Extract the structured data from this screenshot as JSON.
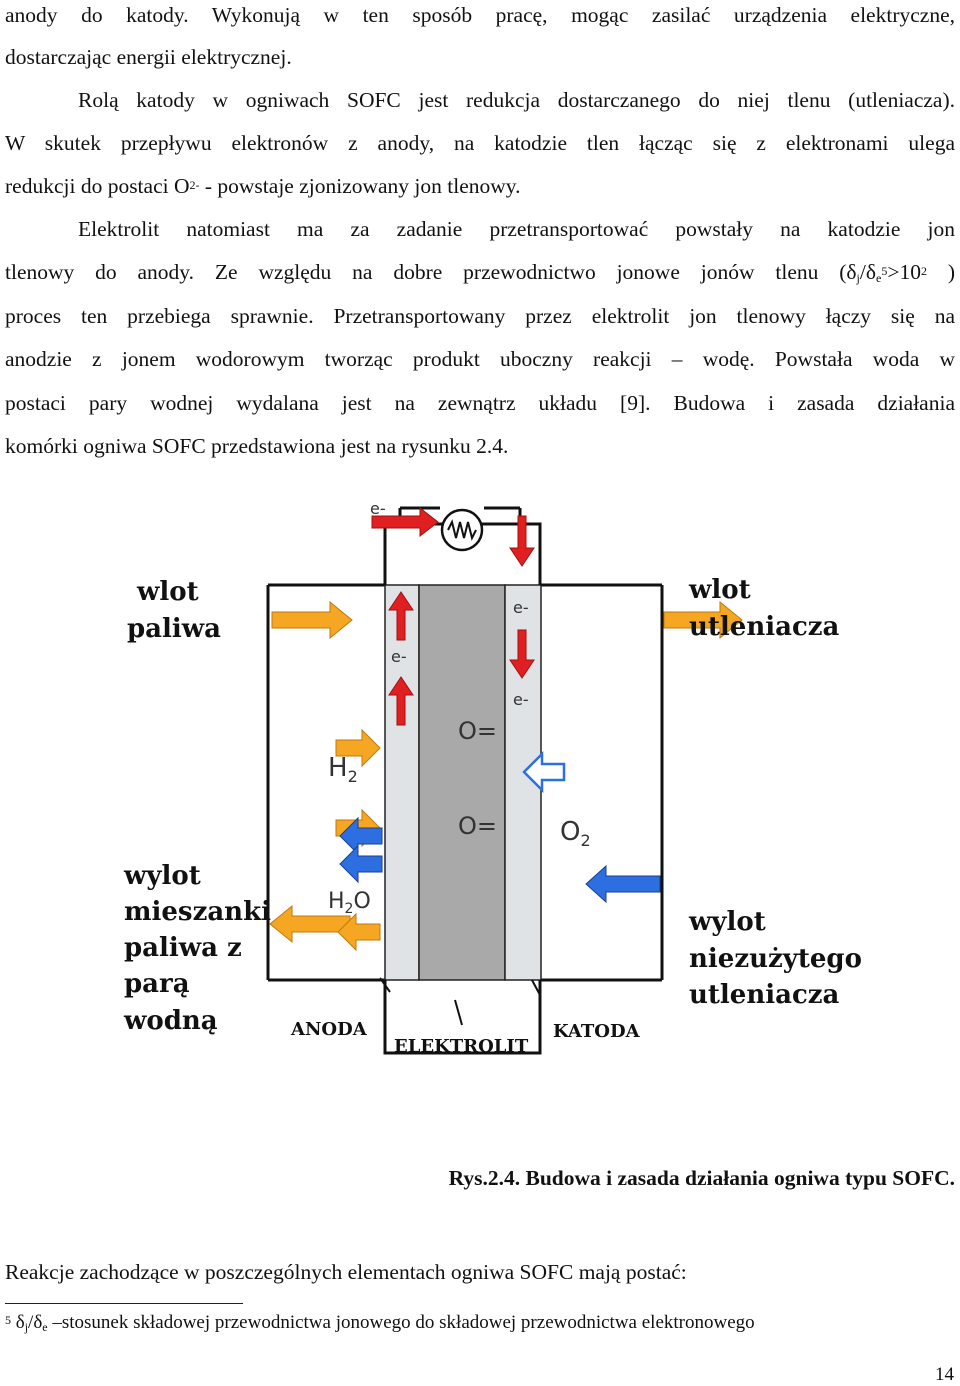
{
  "body": {
    "lines": [
      "anody do katody. Wykonują w ten sposób pracę, mogąc zasilać urządzenia elektryczne,",
      "dostarczając energii elektrycznej.",
      "Rolą katody w ogniwach SOFC jest redukcja dostarczanego do niej tlenu (utleniacza).",
      "W skutek przepływu elektronów z anody, na katodzie tlen łącząc się z elektronami ulega",
      "redukcji do postaci O",
      "2-",
      " - powstaje zjonizowany jon tlenowy.",
      "Elektrolit natomiast ma za zadanie przetransportować powstały na katodzie jon",
      "tlenowy do anody. Ze względu na dobre przewodnictwo jonowe jonów tlenu (δ",
      "j",
      "/δ",
      "e",
      "5",
      ">10",
      "2",
      " )",
      "proces ten przebiega sprawnie. Przetransportowany przez elektrolit jon tlenowy łączy się na",
      "anodzie z jonem wodorowym tworząc produkt uboczny reakcji – wodę. Powstała woda w",
      "postaci pary wodnej wydalana jest na zewnątrz układu [9]. Budowa i zasada działania",
      "komórki ogniwa SOFC przedstawiona jest na rysunku 2.4."
    ]
  },
  "figure": {
    "labels": {
      "fuel_in_1": "wlot",
      "fuel_in_2": "paliwa",
      "ox_in_1": "wlot",
      "ox_in_2": "utleniacza",
      "exhaust_1": "wylot",
      "exhaust_2": "mieszanki",
      "exhaust_3": "paliwa z",
      "exhaust_4": "parą",
      "exhaust_5": "wodną",
      "ox_out_1": "wylot",
      "ox_out_2": "niezużytego",
      "ox_out_3": "utleniacza",
      "anode": "ANODA",
      "electrolyte": "ELEKTROLIT",
      "cathode": "KATODA",
      "e_top": "e-",
      "e_left": "e-",
      "e_right_1": "e-",
      "e_right_2": "e-",
      "o_ion_1": "O=",
      "o_ion_2": "O=",
      "h2_main": "H",
      "h2_sub": "2",
      "h2o_main": "H",
      "h2o_sub": "2",
      "h2o_end": "O",
      "o2_main": "O",
      "o2_sub": "2"
    },
    "colors": {
      "red_arrow": "#e02020",
      "blue_arrow": "#2d6fe0",
      "orange_arrow": "#f5a623",
      "electrolyte": "#a6a6a6",
      "electrode": "#d8dde0"
    }
  },
  "caption": "Rys.2.4. Budowa i zasada działania ogniwa typu SOFC.",
  "reactions_line": "Reakcje zachodzące w poszczególnych elementach ogniwa SOFC  mają postać:",
  "footnote": {
    "number": "5",
    "delta": "δ",
    "sub_j": "j",
    "slash": "/δ",
    "sub_e": "e",
    "text": " –stosunek składowej przewodnictwa jonowego do składowej przewodnictwa elektronowego"
  },
  "page_number": "14"
}
